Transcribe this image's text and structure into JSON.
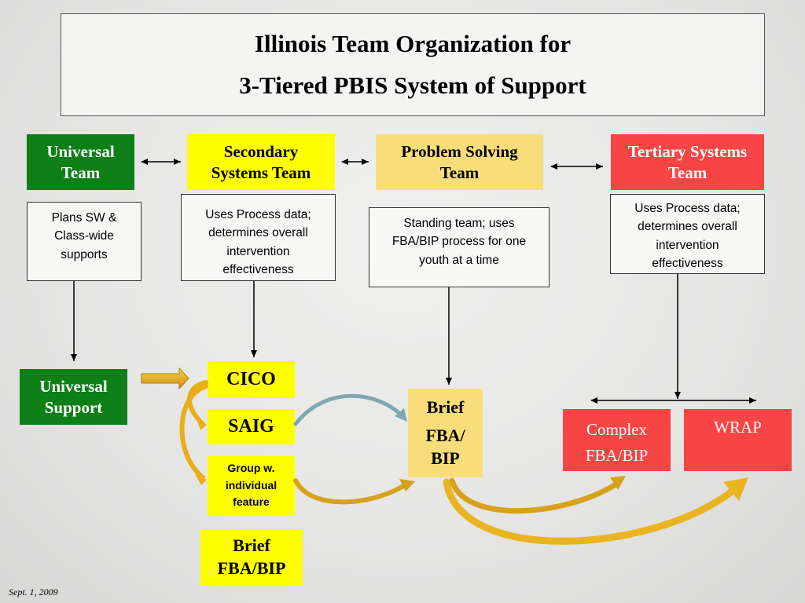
{
  "title": {
    "line1": "Illinois Team Organization for",
    "line2": "3-Tiered PBIS System of Support"
  },
  "teams": {
    "universal": "Universal Team",
    "secondary": "Secondary Systems Team",
    "problem_solving": "Problem Solving Team",
    "tertiary": "Tertiary Systems Team"
  },
  "descriptions": {
    "universal": "Plans SW & Class-wide supports",
    "secondary": "Uses Process data; determines overall intervention effectiveness",
    "problem_solving": "Standing team; uses FBA/BIP process for one youth at a time",
    "tertiary": "Uses Process data; determines overall intervention effectiveness"
  },
  "supports": {
    "universal": "Universal Support",
    "cico": "CICO",
    "saig": "SAIG",
    "group": "Group w. individual feature",
    "brief_fba_bip_secondary": "Brief FBA/BIP",
    "brief_word": "Brief",
    "brief_fba": "FBA/",
    "brief_bip": "BIP",
    "complex_1": "Complex",
    "complex_2": "FBA/BIP",
    "wrap": "WRAP"
  },
  "footer": "Sept. 1, 2009",
  "colors": {
    "green": "#0e7f16",
    "yellow": "#ffff00",
    "tan": "#f8dd7a",
    "red": "#f74545",
    "arrow_gold": "#f2b91e"
  }
}
